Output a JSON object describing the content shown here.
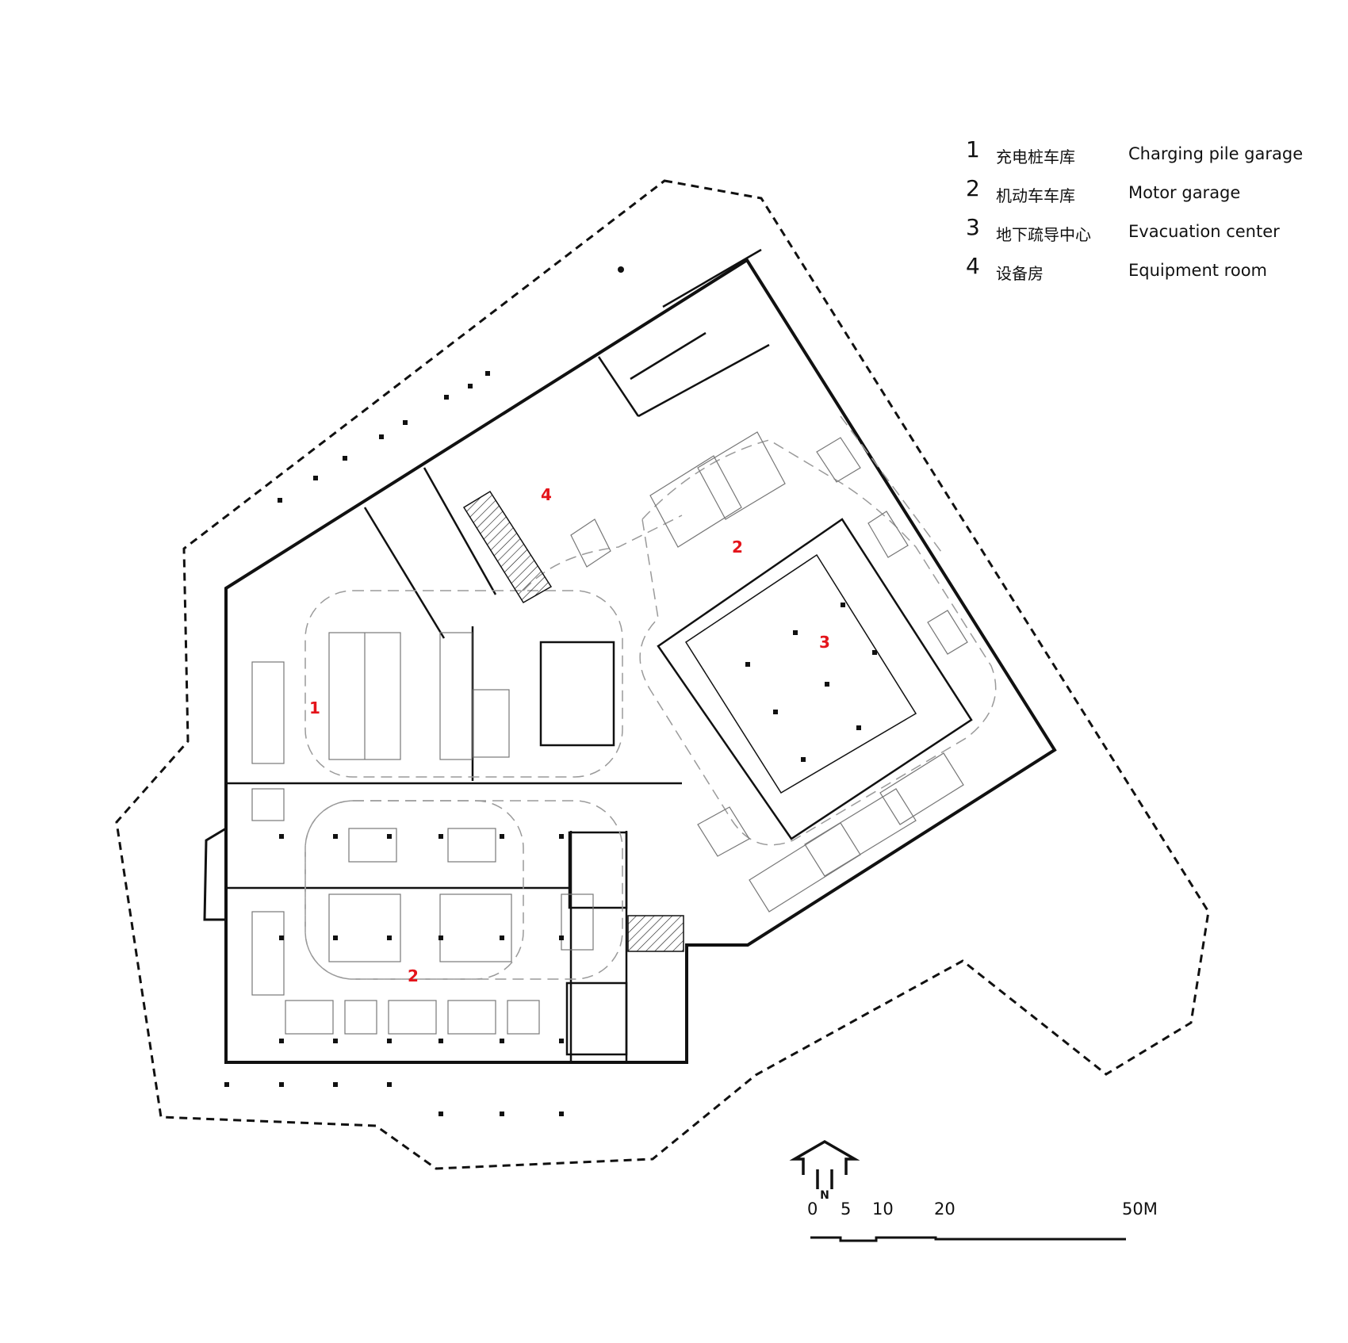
{
  "legend": [
    {
      "num": "1",
      "zh": "充电桩车库",
      "en": "Charging pile garage"
    },
    {
      "num": "2",
      "zh": "机动车车库",
      "en": "Motor garage"
    },
    {
      "num": "3",
      "zh": "地下疏导中心",
      "en": "Evacuation center"
    },
    {
      "num": "4",
      "zh": "设备房",
      "en": "Equipment room"
    }
  ],
  "room_labels": {
    "charging_garage": "1",
    "motor_garage_north": "2",
    "motor_garage_south": "2",
    "evacuation_center": "3",
    "equipment_room": "4"
  },
  "scale_bar": {
    "ticks": [
      "0",
      "5",
      "10",
      "20",
      "50M"
    ]
  },
  "north_arrow": {
    "letter": "N"
  },
  "colors": {
    "room_label": "#e4141b",
    "line": "#111111",
    "thin_line": "#9a9a9a"
  }
}
